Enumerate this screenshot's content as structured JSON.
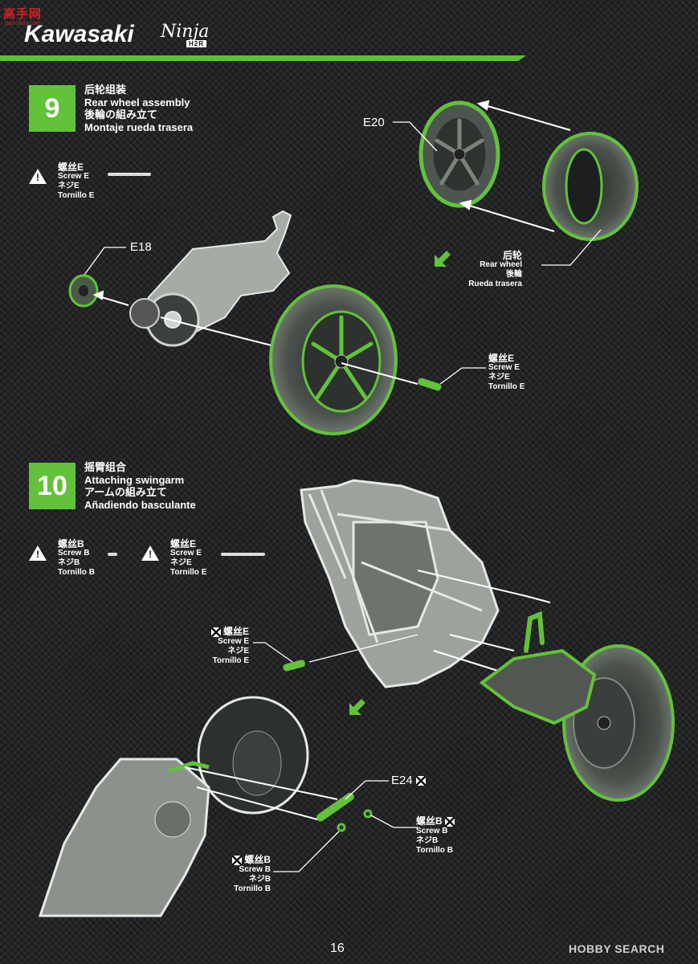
{
  "header": {
    "watermark": "高手网",
    "watermark_sub": "gao-shou.com",
    "brand": "Kawasaki",
    "model_script": "Ninja",
    "model_sub": "H2R"
  },
  "step9": {
    "number": "9",
    "title_cn": "后轮组装",
    "title_en": "Rear wheel assembly",
    "title_jp": "後輪の組み立て",
    "title_es": "Montaje rueda trasera",
    "screw_legend": {
      "cn": "螺丝E",
      "en": "Screw E",
      "jp": "ネジE",
      "es": "Tornillo E"
    },
    "part_e20": "E20",
    "part_e18": "E18",
    "wheel_label": {
      "cn": "后轮",
      "en": "Rear wheel",
      "jp": "後輪",
      "es": "Rueda trasera"
    },
    "screw_callout": {
      "cn": "螺丝E",
      "en": "Screw E",
      "jp": "ネジE",
      "es": "Tornillo E"
    }
  },
  "step10": {
    "number": "10",
    "title_cn": "摇臂组合",
    "title_en": "Attaching swingarm",
    "title_jp": "アームの組み立て",
    "title_es": "Añadiendo basculante",
    "screw_legend_b": {
      "cn": "螺丝B",
      "en": "Screw B",
      "jp": "ネジB",
      "es": "Tornillo B"
    },
    "screw_legend_e": {
      "cn": "螺丝E",
      "en": "Screw E",
      "jp": "ネジE",
      "es": "Tornillo E"
    },
    "callout_e": {
      "cn": "螺丝E",
      "en": "Screw E",
      "jp": "ネジE",
      "es": "Tornillo E"
    },
    "part_e24": "E24",
    "callout_b_right": {
      "cn": "螺丝B",
      "en": "Screw B",
      "jp": "ネジB",
      "es": "Tornillo B"
    },
    "callout_b_left": {
      "cn": "螺丝B",
      "en": "Screw B",
      "jp": "ネジB",
      "es": "Tornillo B"
    }
  },
  "footer": {
    "page_number": "16",
    "hobby_search": "HOBBY SEARCH"
  },
  "colors": {
    "accent_green": "#5fc236",
    "background": "#1d1e20"
  }
}
